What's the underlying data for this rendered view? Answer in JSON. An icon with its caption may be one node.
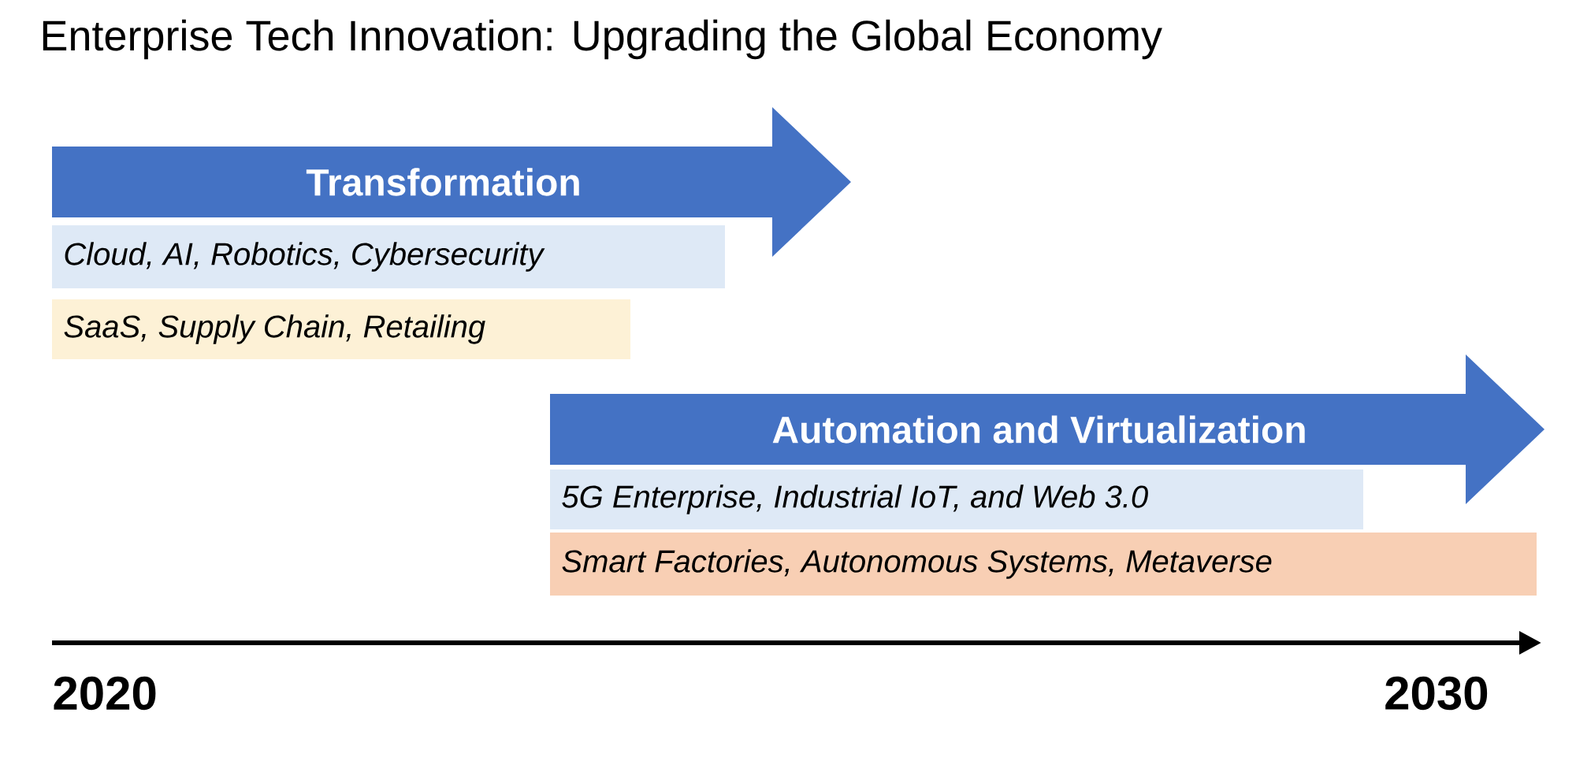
{
  "diagram": {
    "title": "Enterprise Tech Innovation: Upgrading the Global Economy",
    "nodes": [
      {
        "text": [
          "Transformation"
        ]
      },
      {
        "text": [
          "Cloud, AI, Robotics, Cybersecurity"
        ]
      },
      {
        "text": [
          "SaaS, Supply Chain, Retailing"
        ]
      },
      {
        "text": [
          "Automation and Virtualization"
        ]
      },
      {
        "text": [
          "5G Enterprise, Industrial IoT, and Web 3.0"
        ]
      },
      {
        "text": [
          "Smart Factories, Autonomous Systems, Metaverse"
        ]
      }
    ],
    "labels": [
      "2020",
      "2030"
    ]
  }
}
